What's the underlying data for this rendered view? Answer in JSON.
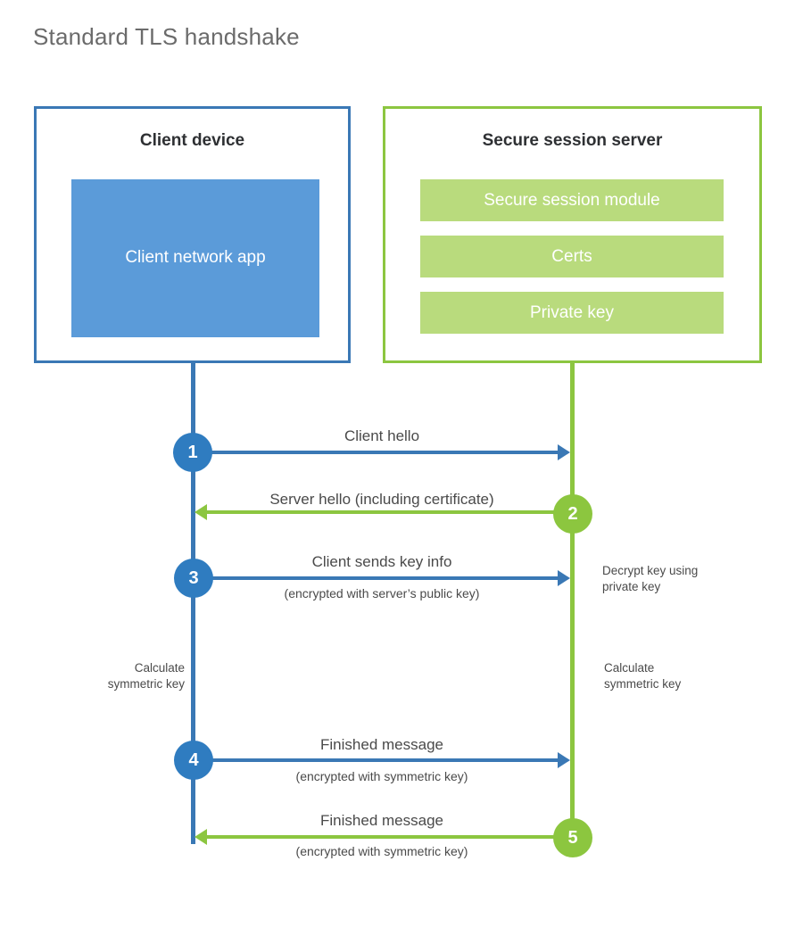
{
  "title": "Standard TLS handshake",
  "colors": {
    "client_accent": "#3a78b5",
    "client_component_fill": "#5b9bd9",
    "server_accent": "#8cc640",
    "server_component_fill": "#b9db7d",
    "step_blue": "#2f7cc0",
    "step_green": "#8cc63f",
    "text": "#4a4a4a",
    "title_text": "#6b6b6b",
    "heading_text": "#2e3033"
  },
  "client": {
    "title": "Client device",
    "component": "Client network app"
  },
  "server": {
    "title": "Secure session server",
    "components": [
      "Secure session module",
      "Certs",
      "Private key"
    ]
  },
  "steps": [
    {
      "number": "1",
      "side": "client",
      "direction": "right",
      "label": "Client hello",
      "sublabel": ""
    },
    {
      "number": "2",
      "side": "server",
      "direction": "left",
      "label": "Server hello (including certificate)",
      "sublabel": ""
    },
    {
      "number": "3",
      "side": "client",
      "direction": "right",
      "label": "Client sends key info",
      "sublabel": "(encrypted with server’s public key)"
    },
    {
      "number": "4",
      "side": "client",
      "direction": "right",
      "label": "Finished message",
      "sublabel": "(encrypted with symmetric key)"
    },
    {
      "number": "5",
      "side": "server",
      "direction": "left",
      "label": "Finished message",
      "sublabel": "(encrypted with symmetric key)"
    }
  ],
  "annotations": {
    "server_decrypt": "Decrypt key using\nprivate key",
    "server_decrypt_line1": "Decrypt key using",
    "server_decrypt_line2": "private key",
    "client_calculate_line1": "Calculate",
    "client_calculate_line2": "symmetric key",
    "server_calculate_line1": "Calculate",
    "server_calculate_line2": "symmetric key"
  }
}
